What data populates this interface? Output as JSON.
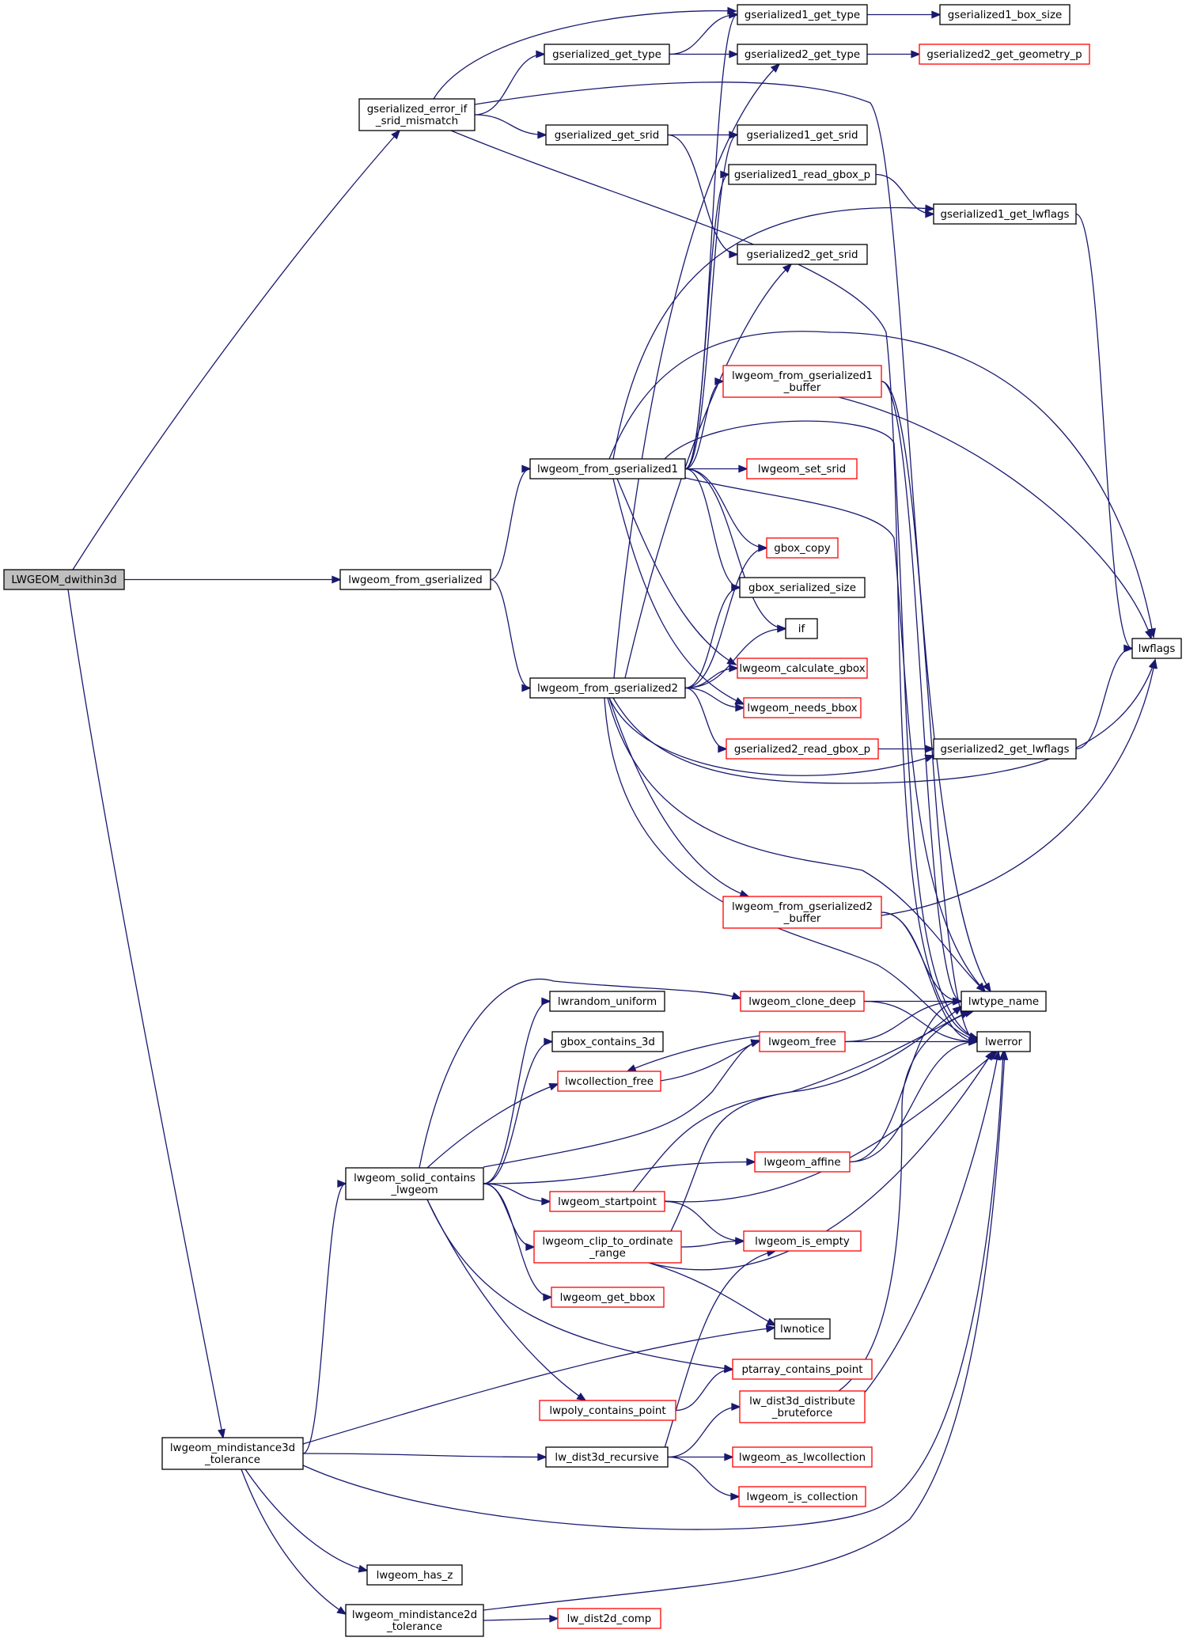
{
  "colors": {
    "edge": "#191970",
    "root_fill": "#bfbfbf",
    "node_fill": "#ffffff",
    "node_border": "#000000",
    "truncated_border": "#ff0000"
  },
  "nodes": {
    "LWGEOM_dwithin3d": {
      "lines": [
        "LWGEOM_dwithin3d"
      ],
      "style": "root"
    },
    "gserialized_error_if_srid_mismatch": {
      "lines": [
        "gserialized_error_if",
        "_srid_mismatch"
      ],
      "style": "normal"
    },
    "gserialized_get_type": {
      "lines": [
        "gserialized_get_type"
      ],
      "style": "normal"
    },
    "gserialized1_get_type": {
      "lines": [
        "gserialized1_get_type"
      ],
      "style": "normal"
    },
    "gserialized1_box_size": {
      "lines": [
        "gserialized1_box_size"
      ],
      "style": "normal"
    },
    "gserialized2_get_type": {
      "lines": [
        "gserialized2_get_type"
      ],
      "style": "normal"
    },
    "gserialized2_get_geometry_p": {
      "lines": [
        "gserialized2_get_geometry_p"
      ],
      "style": "truncated"
    },
    "gserialized_get_srid": {
      "lines": [
        "gserialized_get_srid"
      ],
      "style": "normal"
    },
    "gserialized1_get_srid": {
      "lines": [
        "gserialized1_get_srid"
      ],
      "style": "normal"
    },
    "gserialized1_read_gbox_p": {
      "lines": [
        "gserialized1_read_gbox_p"
      ],
      "style": "normal"
    },
    "gserialized1_get_lwflags": {
      "lines": [
        "gserialized1_get_lwflags"
      ],
      "style": "normal"
    },
    "gserialized2_get_srid": {
      "lines": [
        "gserialized2_get_srid"
      ],
      "style": "normal"
    },
    "lwgeom_from_gserialized1_buffer": {
      "lines": [
        "lwgeom_from_gserialized1",
        "_buffer"
      ],
      "style": "truncated"
    },
    "lwgeom_from_gserialized1": {
      "lines": [
        "lwgeom_from_gserialized1"
      ],
      "style": "normal"
    },
    "lwgeom_set_srid": {
      "lines": [
        "lwgeom_set_srid"
      ],
      "style": "truncated"
    },
    "gbox_copy": {
      "lines": [
        "gbox_copy"
      ],
      "style": "truncated"
    },
    "gbox_serialized_size": {
      "lines": [
        "gbox_serialized_size"
      ],
      "style": "normal"
    },
    "if": {
      "lines": [
        "if"
      ],
      "style": "normal"
    },
    "lwgeom_calculate_gbox": {
      "lines": [
        "lwgeom_calculate_gbox"
      ],
      "style": "truncated"
    },
    "lwgeom_needs_bbox": {
      "lines": [
        "lwgeom_needs_bbox"
      ],
      "style": "truncated"
    },
    "lwflags": {
      "lines": [
        "lwflags"
      ],
      "style": "normal"
    },
    "lwgeom_from_gserialized": {
      "lines": [
        "lwgeom_from_gserialized"
      ],
      "style": "normal"
    },
    "lwgeom_from_gserialized2": {
      "lines": [
        "lwgeom_from_gserialized2"
      ],
      "style": "normal"
    },
    "gserialized2_read_gbox_p": {
      "lines": [
        "gserialized2_read_gbox_p"
      ],
      "style": "truncated"
    },
    "gserialized2_get_lwflags": {
      "lines": [
        "gserialized2_get_lwflags"
      ],
      "style": "normal"
    },
    "lwgeom_from_gserialized2_buffer": {
      "lines": [
        "lwgeom_from_gserialized2",
        "_buffer"
      ],
      "style": "truncated"
    },
    "lwtype_name": {
      "lines": [
        "lwtype_name"
      ],
      "style": "normal"
    },
    "lwerror": {
      "lines": [
        "lwerror"
      ],
      "style": "normal"
    },
    "lwrandom_uniform": {
      "lines": [
        "lwrandom_uniform"
      ],
      "style": "normal"
    },
    "lwgeom_clone_deep": {
      "lines": [
        "lwgeom_clone_deep"
      ],
      "style": "truncated"
    },
    "gbox_contains_3d": {
      "lines": [
        "gbox_contains_3d"
      ],
      "style": "normal"
    },
    "lwgeom_free": {
      "lines": [
        "lwgeom_free"
      ],
      "style": "truncated"
    },
    "lwcollection_free": {
      "lines": [
        "lwcollection_free"
      ],
      "style": "truncated"
    },
    "lwgeom_solid_contains_lwgeom": {
      "lines": [
        "lwgeom_solid_contains",
        "_lwgeom"
      ],
      "style": "normal"
    },
    "lwgeom_affine": {
      "lines": [
        "lwgeom_affine"
      ],
      "style": "truncated"
    },
    "lwgeom_startpoint": {
      "lines": [
        "lwgeom_startpoint"
      ],
      "style": "truncated"
    },
    "lwgeom_clip_to_ordinate_range": {
      "lines": [
        "lwgeom_clip_to_ordinate",
        "_range"
      ],
      "style": "truncated"
    },
    "lwgeom_is_empty": {
      "lines": [
        "lwgeom_is_empty"
      ],
      "style": "truncated"
    },
    "lwgeom_get_bbox": {
      "lines": [
        "lwgeom_get_bbox"
      ],
      "style": "truncated"
    },
    "lwnotice": {
      "lines": [
        "lwnotice"
      ],
      "style": "normal"
    },
    "ptarray_contains_point": {
      "lines": [
        "ptarray_contains_point"
      ],
      "style": "truncated"
    },
    "lw_dist3d_distribute_bruteforce": {
      "lines": [
        "lw_dist3d_distribute",
        "_bruteforce"
      ],
      "style": "truncated"
    },
    "lwpoly_contains_point": {
      "lines": [
        "lwpoly_contains_point"
      ],
      "style": "truncated"
    },
    "lwgeom_mindistance3d_tolerance": {
      "lines": [
        "lwgeom_mindistance3d",
        "_tolerance"
      ],
      "style": "normal"
    },
    "lw_dist3d_recursive": {
      "lines": [
        "lw_dist3d_recursive"
      ],
      "style": "normal"
    },
    "lwgeom_as_lwcollection": {
      "lines": [
        "lwgeom_as_lwcollection"
      ],
      "style": "truncated"
    },
    "lwgeom_is_collection": {
      "lines": [
        "lwgeom_is_collection"
      ],
      "style": "truncated"
    },
    "lwgeom_has_z": {
      "lines": [
        "lwgeom_has_z"
      ],
      "style": "normal"
    },
    "lwgeom_mindistance2d_tolerance": {
      "lines": [
        "lwgeom_mindistance2d",
        "_tolerance"
      ],
      "style": "normal"
    },
    "lw_dist2d_comp": {
      "lines": [
        "lw_dist2d_comp"
      ],
      "style": "truncated"
    }
  },
  "edges": [
    [
      "LWGEOM_dwithin3d",
      "gserialized_error_if_srid_mismatch"
    ],
    [
      "LWGEOM_dwithin3d",
      "lwgeom_from_gserialized"
    ],
    [
      "LWGEOM_dwithin3d",
      "lwgeom_mindistance3d_tolerance"
    ],
    [
      "gserialized_error_if_srid_mismatch",
      "gserialized1_get_type"
    ],
    [
      "gserialized_error_if_srid_mismatch",
      "gserialized_get_type"
    ],
    [
      "gserialized_error_if_srid_mismatch",
      "lwtype_name"
    ],
    [
      "gserialized_error_if_srid_mismatch",
      "gserialized_get_srid"
    ],
    [
      "gserialized_error_if_srid_mismatch",
      "lwerror"
    ],
    [
      "gserialized_get_type",
      "gserialized1_get_type"
    ],
    [
      "gserialized_get_type",
      "gserialized2_get_type"
    ],
    [
      "gserialized1_get_type",
      "gserialized1_box_size"
    ],
    [
      "gserialized2_get_type",
      "gserialized2_get_geometry_p"
    ],
    [
      "gserialized_get_srid",
      "gserialized1_get_srid"
    ],
    [
      "gserialized_get_srid",
      "gserialized2_get_srid"
    ],
    [
      "gserialized1_read_gbox_p",
      "gserialized1_get_lwflags"
    ],
    [
      "gserialized1_get_lwflags",
      "lwflags"
    ],
    [
      "lwgeom_from_gserialized",
      "lwgeom_from_gserialized1"
    ],
    [
      "lwgeom_from_gserialized",
      "lwgeom_from_gserialized2"
    ],
    [
      "lwgeom_from_gserialized1",
      "gserialized1_get_type"
    ],
    [
      "lwgeom_from_gserialized1",
      "gserialized1_get_srid"
    ],
    [
      "lwgeom_from_gserialized1",
      "gserialized1_read_gbox_p"
    ],
    [
      "lwgeom_from_gserialized1",
      "gserialized1_get_lwflags"
    ],
    [
      "lwgeom_from_gserialized1",
      "lwgeom_from_gserialized1_buffer"
    ],
    [
      "lwgeom_from_gserialized1",
      "lwgeom_set_srid"
    ],
    [
      "lwgeom_from_gserialized1",
      "gbox_copy"
    ],
    [
      "lwgeom_from_gserialized1",
      "gbox_serialized_size"
    ],
    [
      "lwgeom_from_gserialized1",
      "if"
    ],
    [
      "lwgeom_from_gserialized1",
      "lwgeom_calculate_gbox"
    ],
    [
      "lwgeom_from_gserialized1",
      "lwgeom_needs_bbox"
    ],
    [
      "lwgeom_from_gserialized1",
      "lwflags"
    ],
    [
      "lwgeom_from_gserialized1",
      "lwtype_name"
    ],
    [
      "lwgeom_from_gserialized1",
      "lwerror"
    ],
    [
      "lwgeom_from_gserialized1_buffer",
      "lwflags"
    ],
    [
      "lwgeom_from_gserialized1_buffer",
      "lwtype_name"
    ],
    [
      "lwgeom_from_gserialized1_buffer",
      "lwerror"
    ],
    [
      "lwgeom_from_gserialized2",
      "gserialized2_get_type"
    ],
    [
      "lwgeom_from_gserialized2",
      "gserialized2_get_srid"
    ],
    [
      "lwgeom_from_gserialized2",
      "gbox_copy"
    ],
    [
      "lwgeom_from_gserialized2",
      "gbox_serialized_size"
    ],
    [
      "lwgeom_from_gserialized2",
      "if"
    ],
    [
      "lwgeom_from_gserialized2",
      "lwgeom_calculate_gbox"
    ],
    [
      "lwgeom_from_gserialized2",
      "lwgeom_needs_bbox"
    ],
    [
      "lwgeom_from_gserialized2",
      "gserialized2_read_gbox_p"
    ],
    [
      "lwgeom_from_gserialized2",
      "gserialized2_get_lwflags"
    ],
    [
      "lwgeom_from_gserialized2",
      "lwflags"
    ],
    [
      "lwgeom_from_gserialized2",
      "lwgeom_from_gserialized2_buffer"
    ],
    [
      "lwgeom_from_gserialized2",
      "lwtype_name"
    ],
    [
      "lwgeom_from_gserialized2",
      "lwerror"
    ],
    [
      "gserialized2_read_gbox_p",
      "gserialized2_get_lwflags"
    ],
    [
      "gserialized2_get_lwflags",
      "lwflags"
    ],
    [
      "lwgeom_from_gserialized2_buffer",
      "lwflags"
    ],
    [
      "lwgeom_from_gserialized2_buffer",
      "lwtype_name"
    ],
    [
      "lwgeom_from_gserialized2_buffer",
      "lwerror"
    ],
    [
      "lwgeom_clone_deep",
      "lwtype_name"
    ],
    [
      "lwgeom_clone_deep",
      "lwerror"
    ],
    [
      "lwgeom_free",
      "lwcollection_free"
    ],
    [
      "lwgeom_free",
      "lwtype_name"
    ],
    [
      "lwgeom_free",
      "lwerror"
    ],
    [
      "lwcollection_free",
      "lwgeom_free"
    ],
    [
      "lwgeom_solid_contains_lwgeom",
      "lwgeom_clone_deep"
    ],
    [
      "lwgeom_solid_contains_lwgeom",
      "lwrandom_uniform"
    ],
    [
      "lwgeom_solid_contains_lwgeom",
      "gbox_contains_3d"
    ],
    [
      "lwgeom_solid_contains_lwgeom",
      "lwcollection_free"
    ],
    [
      "lwgeom_solid_contains_lwgeom",
      "lwgeom_free"
    ],
    [
      "lwgeom_solid_contains_lwgeom",
      "lwgeom_affine"
    ],
    [
      "lwgeom_solid_contains_lwgeom",
      "lwgeom_startpoint"
    ],
    [
      "lwgeom_solid_contains_lwgeom",
      "lwgeom_clip_to_ordinate_range"
    ],
    [
      "lwgeom_solid_contains_lwgeom",
      "lwgeom_get_bbox"
    ],
    [
      "lwgeom_solid_contains_lwgeom",
      "ptarray_contains_point"
    ],
    [
      "lwgeom_solid_contains_lwgeom",
      "lwpoly_contains_point"
    ],
    [
      "lwgeom_affine",
      "lwtype_name"
    ],
    [
      "lwgeom_affine",
      "lwerror"
    ],
    [
      "lwgeom_startpoint",
      "lwtype_name"
    ],
    [
      "lwgeom_startpoint",
      "lwgeom_is_empty"
    ],
    [
      "lwgeom_startpoint",
      "lwerror"
    ],
    [
      "lwgeom_clip_to_ordinate_range",
      "lwgeom_is_empty"
    ],
    [
      "lwgeom_clip_to_ordinate_range",
      "lwtype_name"
    ],
    [
      "lwgeom_clip_to_ordinate_range",
      "lwerror"
    ],
    [
      "lwgeom_clip_to_ordinate_range",
      "lwnotice"
    ],
    [
      "lwpoly_contains_point",
      "ptarray_contains_point"
    ],
    [
      "lw_dist3d_distribute_bruteforce",
      "lwtype_name"
    ],
    [
      "lw_dist3d_distribute_bruteforce",
      "lwerror"
    ],
    [
      "lwgeom_mindistance3d_tolerance",
      "lwgeom_solid_contains_lwgeom"
    ],
    [
      "lwgeom_mindistance3d_tolerance",
      "lwnotice"
    ],
    [
      "lwgeom_mindistance3d_tolerance",
      "lw_dist3d_recursive"
    ],
    [
      "lwgeom_mindistance3d_tolerance",
      "lwerror"
    ],
    [
      "lwgeom_mindistance3d_tolerance",
      "lwgeom_has_z"
    ],
    [
      "lwgeom_mindistance3d_tolerance",
      "lwgeom_mindistance2d_tolerance"
    ],
    [
      "lw_dist3d_recursive",
      "lwgeom_is_empty"
    ],
    [
      "lw_dist3d_recursive",
      "lw_dist3d_distribute_bruteforce"
    ],
    [
      "lw_dist3d_recursive",
      "lwgeom_as_lwcollection"
    ],
    [
      "lw_dist3d_recursive",
      "lwgeom_is_collection"
    ],
    [
      "lwgeom_mindistance2d_tolerance",
      "lw_dist2d_comp"
    ],
    [
      "lwgeom_mindistance2d_tolerance",
      "lwerror"
    ]
  ]
}
